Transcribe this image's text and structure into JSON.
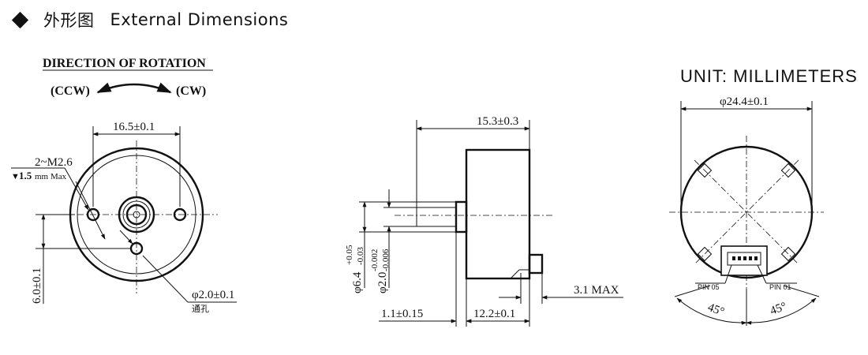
{
  "header": {
    "title_cn": "外形图",
    "title_en": "External Dimensions",
    "icon": "diamond-bullet-icon"
  },
  "rotation": {
    "heading": "DIRECTION OF ROTATION",
    "ccw": "(CCW)",
    "cw": "(CW)"
  },
  "unit_label": "UNIT: MILLIMETERS",
  "front_view": {
    "hole_spacing": "16.5±0.1",
    "thread": "2~M2.6",
    "depth_value": "1.5",
    "depth_unit": "mm",
    "depth_suffix": "Max",
    "offset": "6.0±0.1",
    "hole_dia": "φ2.0±0.1",
    "hole_note": "通孔"
  },
  "side_view": {
    "length": "15.3±0.3",
    "boss_dia": "φ6.4",
    "boss_tol_upper": "+0.05",
    "boss_tol_lower": "-0.03",
    "shaft_dia": "φ2.0",
    "shaft_tol_upper": "-0.002",
    "shaft_tol_lower": "-0.006",
    "connector_height": "3.1 MAX",
    "boss_length": "1.1±0.15",
    "body_length": "12.2±0.1"
  },
  "rear_view": {
    "body_dia": "φ24.4±0.1",
    "pin_left": "PIN 05",
    "pin_right": "PIN 01",
    "angle_left": "45°",
    "angle_right": "45°"
  }
}
